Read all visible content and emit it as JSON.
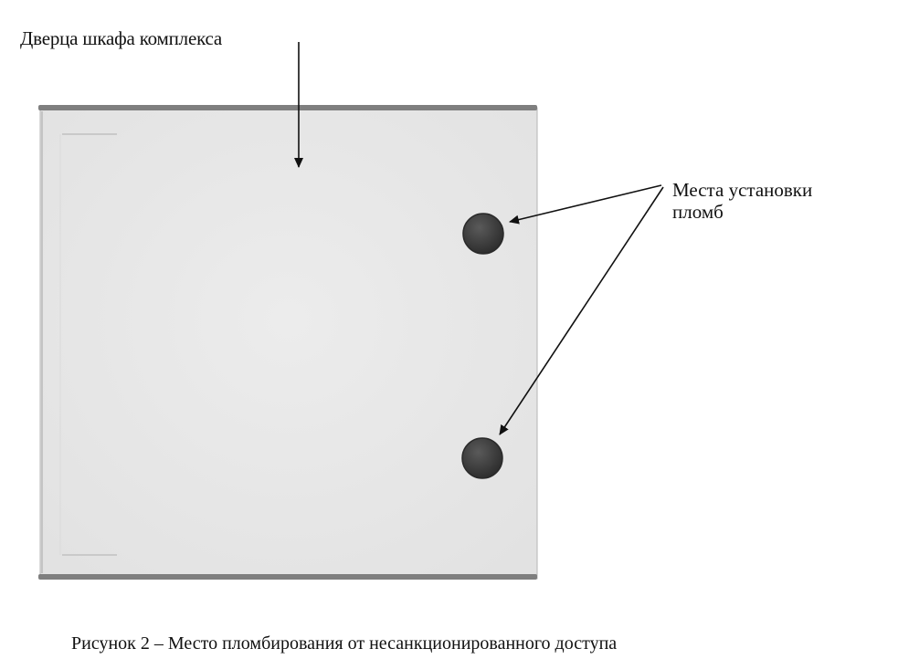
{
  "figure": {
    "door_label": "Дверца шкафа комплекса",
    "seal_label_line1": "Места установки",
    "seal_label_line2": "пломб",
    "caption": "Рисунок 2 – Место пломбирования от несанкционированного доступа"
  },
  "colors": {
    "door_fill": "#e9e9e9",
    "door_edge": "#a0a0a0",
    "rail": "#7a7a7a",
    "seal": "#3b3b3b",
    "arrow": "#111111"
  },
  "icons": {
    "seal_mark": "seal-knob-icon"
  }
}
